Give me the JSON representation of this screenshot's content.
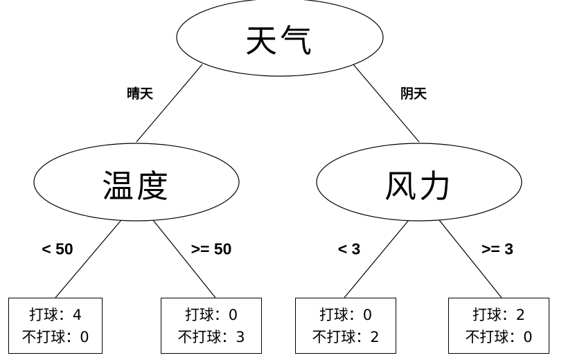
{
  "root": {
    "label": "天气"
  },
  "branches": [
    {
      "edge_label": "晴天",
      "node": {
        "label": "温度"
      },
      "splits": [
        {
          "edge_label": "< 50",
          "leaf": {
            "play": "打球：4",
            "no_play": "不打球：0"
          }
        },
        {
          "edge_label": ">= 50",
          "leaf": {
            "play": "打球：0",
            "no_play": "不打球：3"
          }
        }
      ]
    },
    {
      "edge_label": "阴天",
      "node": {
        "label": "风力"
      },
      "splits": [
        {
          "edge_label": "< 3",
          "leaf": {
            "play": "打球：0",
            "no_play": "不打球：2"
          }
        },
        {
          "edge_label": ">= 3",
          "leaf": {
            "play": "打球：2",
            "no_play": "不打球：0"
          }
        }
      ]
    }
  ]
}
